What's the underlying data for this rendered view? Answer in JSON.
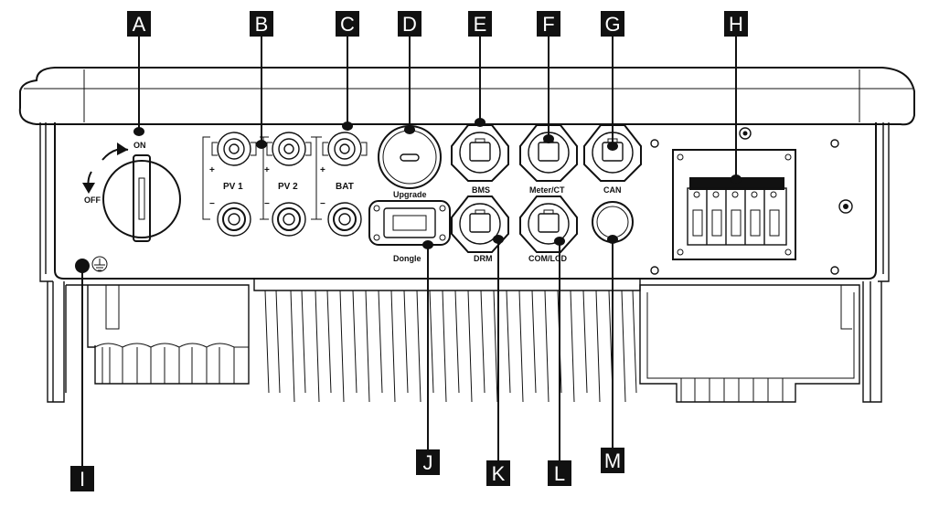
{
  "callouts": {
    "A": "A",
    "B": "B",
    "C": "C",
    "D": "D",
    "E": "E",
    "F": "F",
    "G": "G",
    "H": "H",
    "I": "I",
    "J": "J",
    "K": "K",
    "L": "L",
    "M": "M"
  },
  "panel": {
    "switch_on": "ON",
    "switch_off": "OFF",
    "pv1": "PV 1",
    "pv2": "PV 2",
    "bat": "BAT",
    "plus": "+",
    "minus": "−",
    "upgrade": "Upgrade",
    "bms": "BMS",
    "meter_ct": "Meter/CT",
    "can": "CAN",
    "dongle": "Dongle",
    "drm": "DRM",
    "com_lcd": "COM/LCD"
  },
  "icons": {
    "ground": "ground-symbol-icon"
  },
  "colors": {
    "line": "#111111",
    "callout_bg": "#111111",
    "callout_text": "#ffffff"
  }
}
